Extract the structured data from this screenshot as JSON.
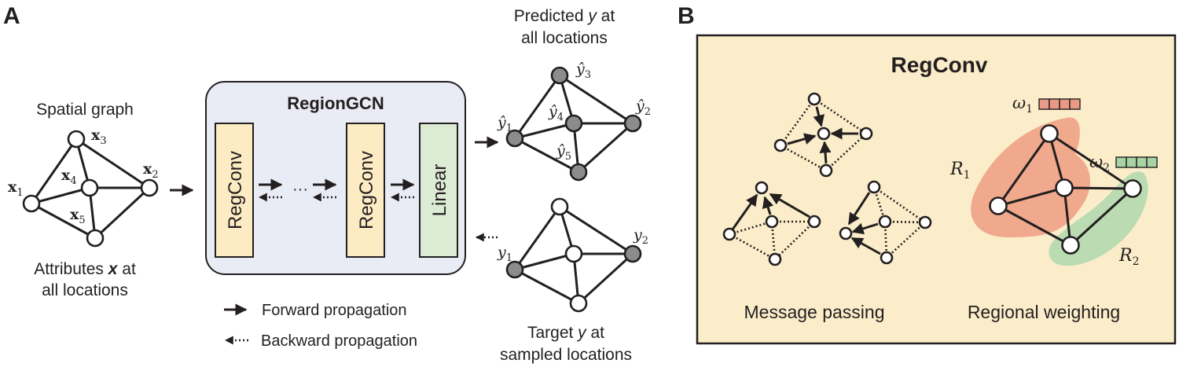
{
  "panel_a": {
    "label": "A",
    "input_graph": {
      "title": "Spatial graph",
      "caption_line1_pre": "Attributes ",
      "caption_var": "x",
      "caption_line1_post": " at",
      "caption_line2": "all locations",
      "node_labels": [
        {
          "base": "x",
          "sub": "1"
        },
        {
          "base": "x",
          "sub": "2"
        },
        {
          "base": "x",
          "sub": "3"
        },
        {
          "base": "x",
          "sub": "4"
        },
        {
          "base": "x",
          "sub": "5"
        }
      ]
    },
    "model": {
      "title": "RegionGCN",
      "layers": [
        "RegConv",
        "RegConv",
        "Linear"
      ],
      "ellipsis": "···"
    },
    "legend": {
      "forward": "Forward propagation",
      "backward": "Backward propagation"
    },
    "predicted_graph": {
      "title_pre": "Predicted ",
      "title_var": "y",
      "title_post": " at",
      "title_line2": "all locations",
      "node_labels": [
        {
          "base": "ŷ",
          "sub": "1"
        },
        {
          "base": "ŷ",
          "sub": "2"
        },
        {
          "base": "ŷ",
          "sub": "3"
        },
        {
          "base": "ŷ",
          "sub": "4"
        },
        {
          "base": "ŷ",
          "sub": "5"
        }
      ]
    },
    "target_graph": {
      "caption_pre": "Target ",
      "caption_var": "y",
      "caption_post": " at",
      "caption_line2": "sampled locations",
      "node_labels": [
        {
          "base": "y",
          "sub": "1"
        },
        {
          "base": "y",
          "sub": "2"
        }
      ]
    }
  },
  "panel_b": {
    "label": "B",
    "title": "RegConv",
    "message_passing_caption": "Message passing",
    "regional_weighting_caption": "Regional weighting",
    "regions": [
      {
        "label": "R",
        "sub": "1",
        "weight": "ω",
        "weight_sub": "1",
        "weight_cells": 4
      },
      {
        "label": "R",
        "sub": "2",
        "weight": "ω",
        "weight_sub": "2",
        "weight_cells": 4
      }
    ]
  },
  "colors": {
    "ink": "#231f20",
    "gcn_box": "#e9ebf5",
    "regconv_layer": "#fdebc3",
    "linear_layer": "#dcebd3",
    "panel_b_bg": "#fbedc9",
    "region1": "#efa589",
    "region2": "#b7dbb2",
    "weight1": "#e89a86",
    "weight2": "#a8d4a4",
    "filled_node": "#8c8c8c",
    "empty_node": "#ffffff"
  }
}
